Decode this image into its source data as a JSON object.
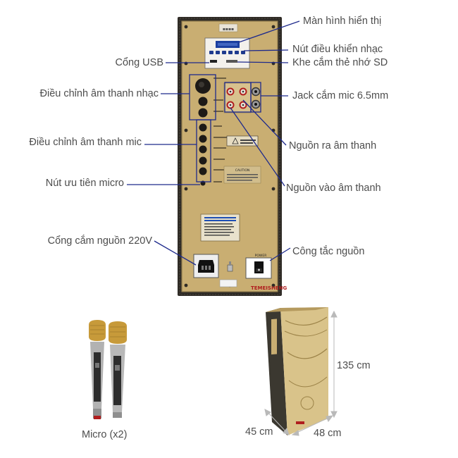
{
  "labels": {
    "display_screen": "Màn hình hiển thị",
    "music_controls": "Nút điều khiển nhạc",
    "usb_port": "Cổng USB",
    "sd_slot": "Khe cắm thẻ nhớ SD",
    "music_sound_adjust": "Điều chỉnh âm thanh nhạc",
    "mic_jack": "Jack cắm mic 6.5mm",
    "mic_sound_adjust": "Điều chỉnh âm thanh mic",
    "audio_out": "Nguồn ra âm thanh",
    "mic_priority_button": "Nút ưu tiên micro",
    "audio_in": "Nguồn vào âm thanh",
    "power_port": "Cổng cắm nguồn 220V",
    "power_switch": "Công tắc nguồn",
    "height": "135 cm",
    "depth": "45 cm",
    "width": "48 cm",
    "micro": "Micro (x2)"
  },
  "panel": {
    "brand": "TEMEISHENG",
    "power_label": "POWER",
    "caution_label": "CAUTION"
  },
  "colors": {
    "panel_gold": "#c9ae72",
    "frame_dark": "#2f2b26",
    "callout_blue": "#1e2a8c",
    "lcd_blue": "#1b3fa0",
    "text_gray": "#4d4d4d",
    "red_accent": "#b01e1e"
  }
}
